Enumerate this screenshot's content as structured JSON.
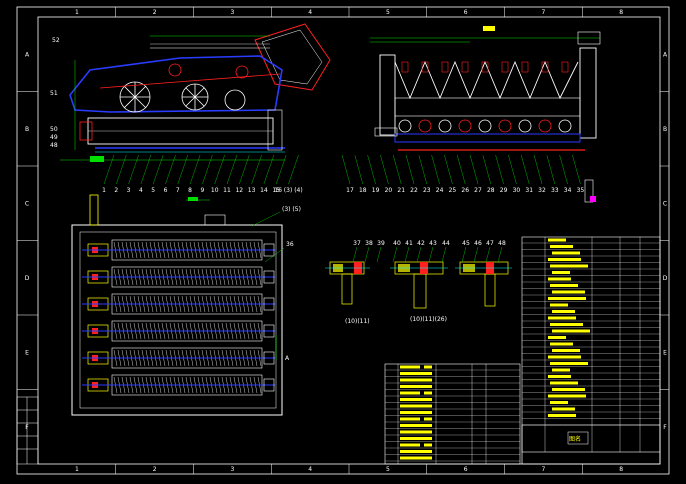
{
  "colors": {
    "background": "#000000",
    "frame": "#ffffff",
    "body": "#ffffff",
    "accent_blue": "#2a3cff",
    "accent_red": "#ff2020",
    "accent_green": "#00e000",
    "accent_yellow": "#ffff00",
    "accent_magenta": "#ff00ff",
    "accent_cyan": "#00ffff"
  },
  "border": {
    "col_marks": [
      "1",
      "2",
      "3",
      "4",
      "5",
      "6",
      "7",
      "8"
    ],
    "row_marks": [
      "A",
      "B",
      "C",
      "D",
      "E",
      "F"
    ]
  },
  "side_view": {
    "labels": [
      "52",
      "51",
      "50",
      "49",
      "48"
    ]
  },
  "balloons_row": [
    "1",
    "2",
    "3",
    "4",
    "5",
    "6",
    "7",
    "8",
    "9",
    "10",
    "11",
    "12",
    "13",
    "14",
    "15",
    "16 (3) (4)",
    "17",
    "18",
    "19",
    "20",
    "21",
    "22",
    "23",
    "24",
    "25",
    "26",
    "27",
    "28",
    "29",
    "30",
    "31",
    "32",
    "33",
    "34",
    "35"
  ],
  "plan_view": {
    "top_labels": [
      "(3) (5)",
      "36"
    ],
    "section_mark": "A"
  },
  "sections": {
    "labels": [
      "37",
      "38",
      "39",
      "40",
      "41",
      "42",
      "43",
      "44",
      "45",
      "46",
      "47",
      "48"
    ],
    "captions": [
      "(10)(11)",
      "(10)(11)(26)"
    ]
  },
  "title_block": {
    "name": "图名"
  }
}
